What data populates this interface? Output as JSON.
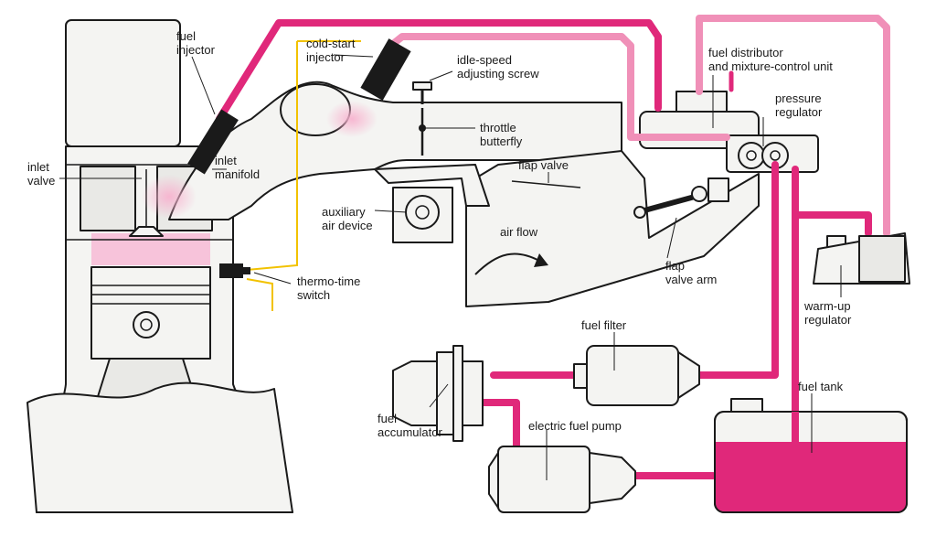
{
  "labels": {
    "fuel_injector": [
      "fuel",
      "injector"
    ],
    "cold_start_injector": [
      "cold-start",
      "injector"
    ],
    "idle_speed_screw": [
      "idle-speed",
      "adjusting screw"
    ],
    "fuel_distributor": [
      "fuel distributor",
      "and mixture-control unit"
    ],
    "pressure_regulator": [
      "pressure",
      "regulator"
    ],
    "inlet_valve": [
      "inlet",
      "valve"
    ],
    "inlet_manifold": [
      "inlet",
      "manifold"
    ],
    "throttle_butterfly": [
      "throttle",
      "butterfly"
    ],
    "flap_valve": "flap valve",
    "auxiliary_air_device": [
      "auxiliary",
      "air device"
    ],
    "air_flow": "air flow",
    "thermo_time_switch": [
      "thermo-time",
      "switch"
    ],
    "flap_valve_arm": [
      "flap",
      "valve arm"
    ],
    "warm_up_regulator": [
      "warm-up",
      "regulator"
    ],
    "fuel_filter": "fuel filter",
    "fuel_accumulator": [
      "fuel",
      "accumulator"
    ],
    "electric_fuel_pump": "electric fuel pump",
    "fuel_tank": "fuel tank"
  },
  "colors": {
    "fuel_line": "#e0287a",
    "return_line": "#f090b8",
    "fuel": "#e0287a",
    "spray": "#f7b3cf",
    "wiring": "#f2c200",
    "outline": "#1a1a1a"
  }
}
